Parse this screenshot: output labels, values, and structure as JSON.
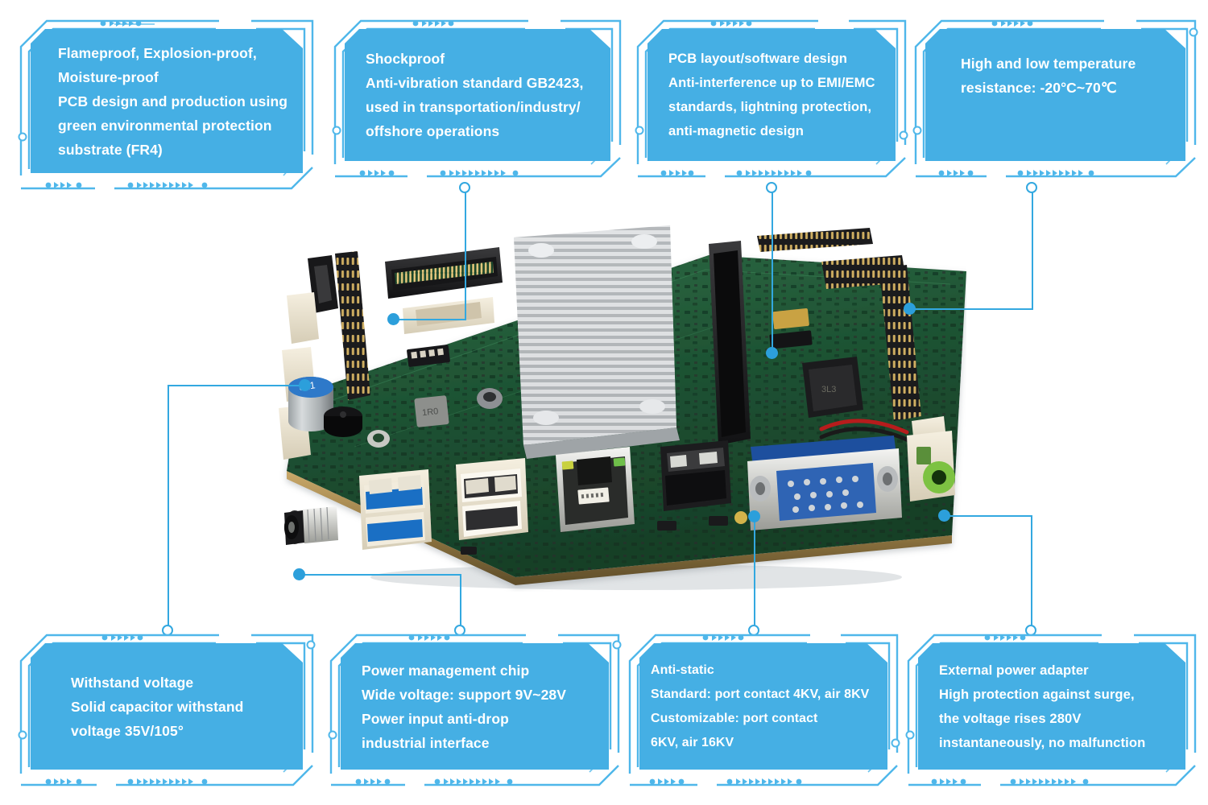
{
  "theme": {
    "panel_fill": "#45AFE4",
    "frame_stroke": "#49B5E8",
    "leader_line": "#33A8E0",
    "text_color": "#FFFFFF"
  },
  "callouts": [
    {
      "id": "flameproof",
      "name": "callout-flameproof",
      "position": "top-left",
      "lines": [
        "Flameproof, Explosion-proof,",
        "Moisture-proof",
        "PCB design and production using",
        "green environmental protection",
        "substrate (FR4)"
      ]
    },
    {
      "id": "shockproof",
      "name": "callout-shockproof",
      "position": "top-2",
      "lines": [
        "Shockproof",
        "Anti-vibration standard GB2423,",
        " used in transportation/industry/",
        "offshore operations"
      ]
    },
    {
      "id": "pcb-layout",
      "name": "callout-pcb-layout",
      "position": "top-3",
      "lines": [
        "PCB layout/software design",
        "Anti-interference up to EMI/EMC",
        "standards, lightning protection,",
        " anti-magnetic design"
      ]
    },
    {
      "id": "temperature",
      "name": "callout-temperature",
      "position": "top-right",
      "lines": [
        "High and low temperature",
        "resistance: -20°C~70℃"
      ]
    },
    {
      "id": "withstand-voltage",
      "name": "callout-withstand-voltage",
      "position": "bottom-left",
      "lines": [
        "Withstand voltage",
        "Solid capacitor withstand",
        "voltage 35V/105°"
      ]
    },
    {
      "id": "power-management",
      "name": "callout-power-management",
      "position": "bottom-2",
      "lines": [
        "Power management chip",
        "Wide voltage: support 9V~28V",
        "Power input anti-drop",
        "industrial interface"
      ]
    },
    {
      "id": "anti-static",
      "name": "callout-anti-static",
      "position": "bottom-3",
      "lines": [
        "Anti-static",
        "Standard: port contact 4KV, air 8KV",
        "Customizable: port contact",
        "6KV, air 16KV"
      ]
    },
    {
      "id": "power-adapter",
      "name": "callout-power-adapter",
      "position": "bottom-right",
      "lines": [
        "External power adapter",
        "High protection against surge,",
        "the voltage rises 280V",
        "instantaneously, no malfunction"
      ]
    }
  ],
  "board": {
    "name": "industrial-motherboard-photo",
    "description": "Industrial single board computer photographed at an angle",
    "components": [
      "heatsink",
      "sata-connector",
      "pin-header",
      "mini-pcie-slot",
      "msata-slot",
      "electrolytic-capacitor",
      "buzzer",
      "dc-power-jack",
      "usb3-ports",
      "usb2-ports",
      "rj45-ethernet-port",
      "hdmi-port",
      "vga-port",
      "audio-jack",
      "io-controller-chip",
      "so-dimm-slot"
    ]
  }
}
